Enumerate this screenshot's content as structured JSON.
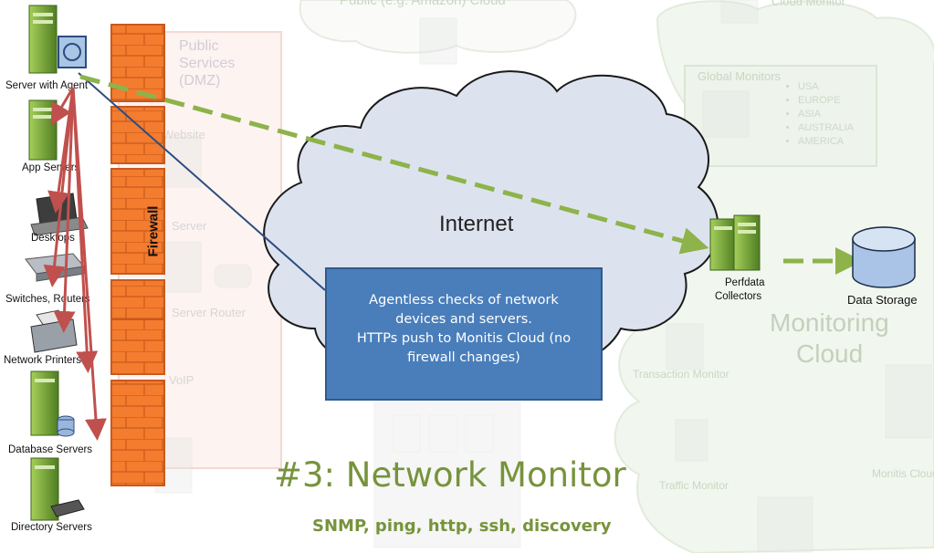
{
  "background": {
    "public_cloud": "Public (e.g. Amazon) Cloud",
    "cloud_monitor": "Cloud Monitor",
    "global_monitors": {
      "title": "Global Monitors",
      "regions": [
        "USA",
        "EUROPE",
        "ASIA",
        "AUSTRALIA",
        "AMERICA"
      ]
    },
    "dmz": {
      "line1": "Public",
      "line2": "Services",
      "line3": "(DMZ)"
    },
    "website": "Website",
    "server": "Server",
    "server_router": "Server Router",
    "voip": "VoIP",
    "transaction_monitor": "Transaction Monitor",
    "traffic_monitor": "Traffic Monitor",
    "monitis_cloud": "Monitis Cloud",
    "monitoring_cloud_line1": "Monitoring",
    "monitoring_cloud_line2": "Cloud"
  },
  "devices": {
    "server_with_agent": "Server with Agent",
    "app_servers": "App Servers",
    "desktops": "Desktops",
    "switches_routers": "Switches, Routers",
    "network_printers": "Network Printers",
    "database_servers": "Database Servers",
    "directory_servers": "Directory Servers"
  },
  "firewall": "Firewall",
  "internet": "Internet",
  "perfdata_collectors": {
    "line1": "Perfdata",
    "line2": "Collectors"
  },
  "data_storage": "Data Storage",
  "callout": {
    "lines": [
      "Agentless checks of network",
      "devices and servers.",
      "HTTPs push to Monitis Cloud (no",
      "firewall changes)"
    ]
  },
  "title": "#3: Network Monitor",
  "subtitle": "SNMP, ping, http, ssh, discovery",
  "colors": {
    "title_green": "#77933c",
    "arrow_green": "#8db34a",
    "arrow_red": "#c0504d",
    "callout_blue": "#4a7ebb",
    "firewall_orange": "#f47c2f",
    "line_blue": "#2c4d7f"
  }
}
